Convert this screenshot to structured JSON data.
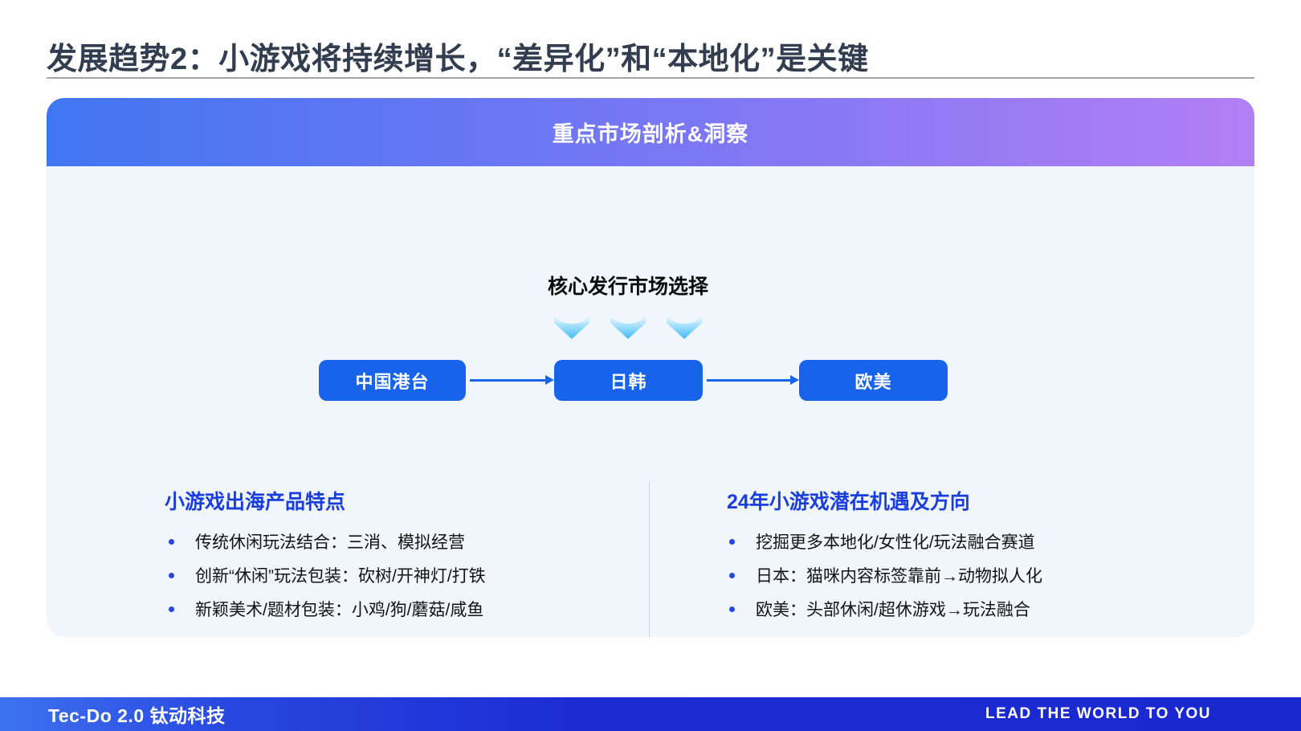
{
  "page": {
    "title": "发展趋势2：小游戏将持续增长，“差异化”和“本地化”是关键"
  },
  "panel": {
    "header": "重点市场剖析&洞察",
    "flow": {
      "heading": "核心发行市场选择",
      "nodes": [
        "中国港台",
        "日韩",
        "欧美"
      ]
    },
    "left_section": {
      "heading": "小游戏出海产品特点",
      "bullets": [
        "传统休闲玩法结合：三消、模拟经营",
        "创新“休闲”玩法包装：砍树/开神灯/打铁",
        "新颖美术/题材包装：小鸡/狗/蘑菇/咸鱼"
      ]
    },
    "right_section": {
      "heading": "24年小游戏潜在机遇及方向",
      "bullets": [
        "挖掘更多本地化/女性化/玩法融合赛道",
        "日本：猫咪内容标签靠前→动物拟人化",
        "欧美：头部休闲/超休游戏→玩法融合"
      ]
    }
  },
  "footer": {
    "brand": "Tec-Do 2.0 钛动科技",
    "slogan": "LEAD THE WORLD TO YOU"
  },
  "colors": {
    "title_text": "#323D4F",
    "header_gradient_start": "#4176F2",
    "header_gradient_end": "#B37FF5",
    "panel_body_bg": "#F0F6FC",
    "node_blue": "#1763E9",
    "accent_heading_blue": "#1A3EDB",
    "bullet_dot_blue": "#2546E0",
    "down_arrow_cyan": "#3FBCF6",
    "footer_gradient_start": "#3E72EF",
    "footer_gradient_end": "#1A28D0"
  }
}
